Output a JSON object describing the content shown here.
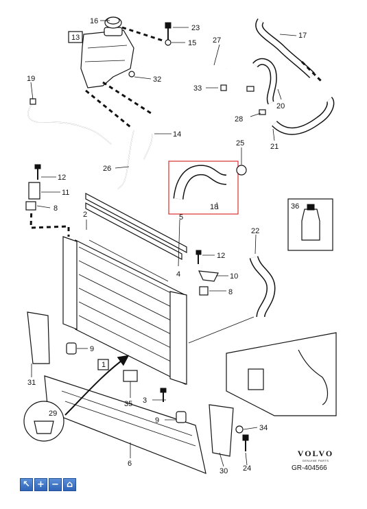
{
  "callouts": {
    "c1": "1",
    "c2": "2",
    "c3": "3",
    "c4": "4",
    "c5": "5",
    "c6": "6",
    "c8a": "8",
    "c8b": "8",
    "c9a": "9",
    "c9b": "9",
    "c10": "10",
    "c11": "11",
    "c12a": "12",
    "c12b": "12",
    "c13": "13",
    "c14": "14",
    "c15": "15",
    "c16": "16",
    "c17": "17",
    "c18": "18",
    "c19": "19",
    "c20": "20",
    "c21": "21",
    "c22": "22",
    "c23": "23",
    "c24": "24",
    "c25": "25",
    "c26": "26",
    "c27": "27",
    "c28": "28",
    "c29": "29",
    "c30": "30",
    "c31": "31",
    "c32": "32",
    "c33": "33",
    "c34": "34",
    "c35": "35",
    "c36": "36"
  },
  "highlight_color": "#d9302c",
  "brand": {
    "logo": "VOLVO",
    "tagline": "GENUINE PARTS"
  },
  "reference": "GR-404566",
  "toolbar": {
    "buttons": [
      {
        "icon": "cursor-icon",
        "glyph": "↖"
      },
      {
        "icon": "zoom-in-icon",
        "glyph": "+"
      },
      {
        "icon": "zoom-out-icon",
        "glyph": "−"
      },
      {
        "icon": "home-icon",
        "glyph": "⌂"
      }
    ]
  }
}
